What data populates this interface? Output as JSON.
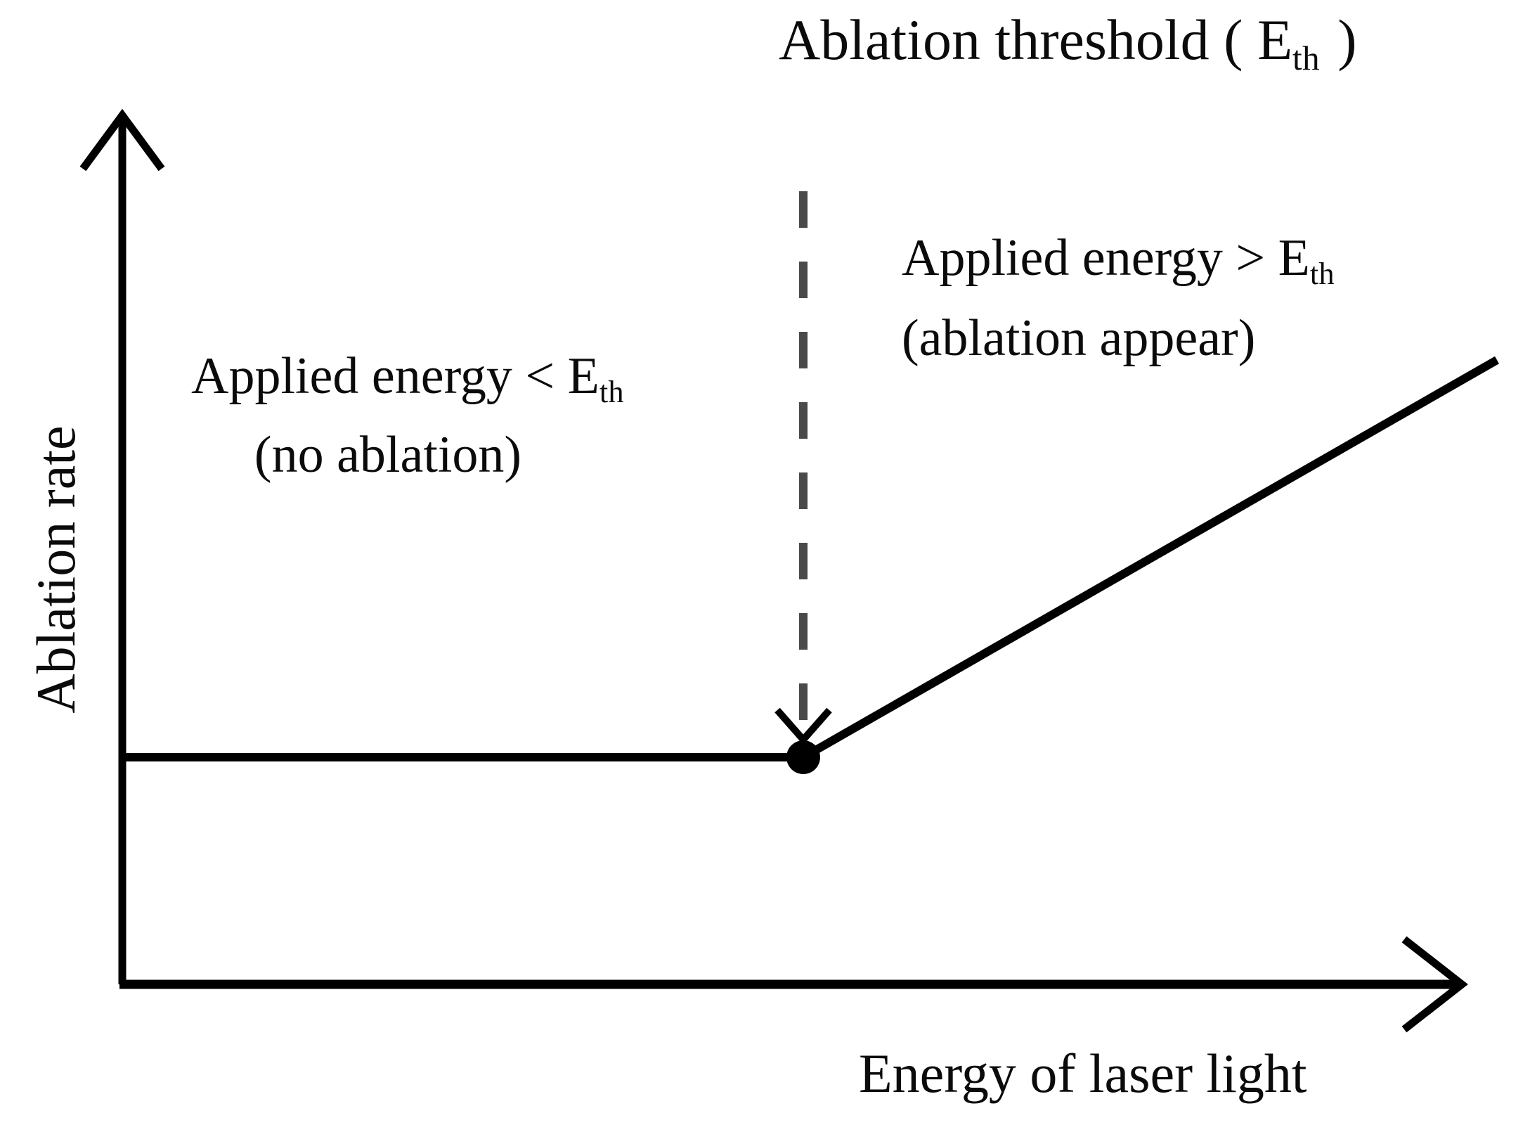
{
  "figure": {
    "title_prefix": "Ablation threshold  ( E",
    "title_sub": "th",
    "title_suffix": " )",
    "background_color": "#ffffff",
    "ink_color": "#000000",
    "dash_color": "#4a4a4a"
  },
  "axes": {
    "y_label": "Ablation rate",
    "x_label": "Energy of laser light"
  },
  "annotations": {
    "left": {
      "line1_prefix": "Applied energy < E",
      "line1_sub": "th",
      "line2": "(no ablation)"
    },
    "right": {
      "line1_prefix": "Applied energy > E",
      "line1_sub": "th",
      "line2": "(ablation appear)"
    }
  },
  "chart_data": {
    "type": "line",
    "title": "Ablation threshold ( Eth )",
    "xlabel": "Energy of laser light",
    "ylabel": "Ablation rate",
    "xlim": [
      0,
      1
    ],
    "ylim": [
      0,
      1
    ],
    "grid": false,
    "legend": null,
    "axis_style": "open-arrow-axes (no tick marks, no numeric tick labels)",
    "series": [
      {
        "name": "Ablation rate vs applied energy",
        "type": "piecewise-linear",
        "x": [
          0.0,
          0.51,
          1.0
        ],
        "y": [
          0.26,
          0.26,
          0.72
        ],
        "comment": "flat zero-rate plateau below threshold, then linear rise above threshold"
      }
    ],
    "markers": [
      {
        "name": "threshold-point",
        "x": 0.51,
        "y": 0.26,
        "shape": "filled-circle",
        "color": "#000000"
      }
    ],
    "reference_lines": [
      {
        "name": "ablation-threshold-line",
        "orientation": "vertical",
        "x": 0.51,
        "style": "dashed",
        "color": "#4a4a4a",
        "arrow": "down-arrow pointing at threshold point",
        "label": "Ablation threshold ( Eth )"
      }
    ],
    "regions": [
      {
        "name": "below-threshold",
        "label": "Applied energy < Eth (no ablation)",
        "x_range": [
          0.0,
          0.51
        ]
      },
      {
        "name": "above-threshold",
        "label": "Applied energy > Eth (ablation appear)",
        "x_range": [
          0.51,
          1.0
        ]
      }
    ]
  }
}
